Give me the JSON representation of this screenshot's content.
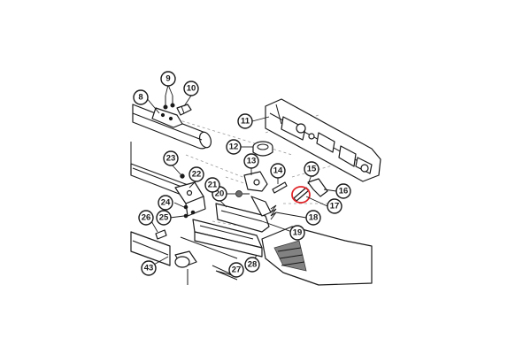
{
  "diagram": {
    "callouts": [
      {
        "id": "c8",
        "label": "8"
      },
      {
        "id": "c9",
        "label": "9"
      },
      {
        "id": "c10",
        "label": "10"
      },
      {
        "id": "c11",
        "label": "11"
      },
      {
        "id": "c12",
        "label": "12"
      },
      {
        "id": "c13",
        "label": "13"
      },
      {
        "id": "c14",
        "label": "14"
      },
      {
        "id": "c15",
        "label": "15"
      },
      {
        "id": "c16",
        "label": "16"
      },
      {
        "id": "c17",
        "label": "17"
      },
      {
        "id": "c18",
        "label": "18"
      },
      {
        "id": "c19",
        "label": "19"
      },
      {
        "id": "c20",
        "label": "20"
      },
      {
        "id": "c21",
        "label": "21"
      },
      {
        "id": "c22",
        "label": "22"
      },
      {
        "id": "c23",
        "label": "23"
      },
      {
        "id": "c24",
        "label": "24"
      },
      {
        "id": "c25",
        "label": "25"
      },
      {
        "id": "c26",
        "label": "26"
      },
      {
        "id": "c27",
        "label": "27"
      },
      {
        "id": "c28",
        "label": "28"
      },
      {
        "id": "c43",
        "label": "43"
      }
    ],
    "highlight_color": "#e0262a",
    "highlighted_part": "17"
  }
}
